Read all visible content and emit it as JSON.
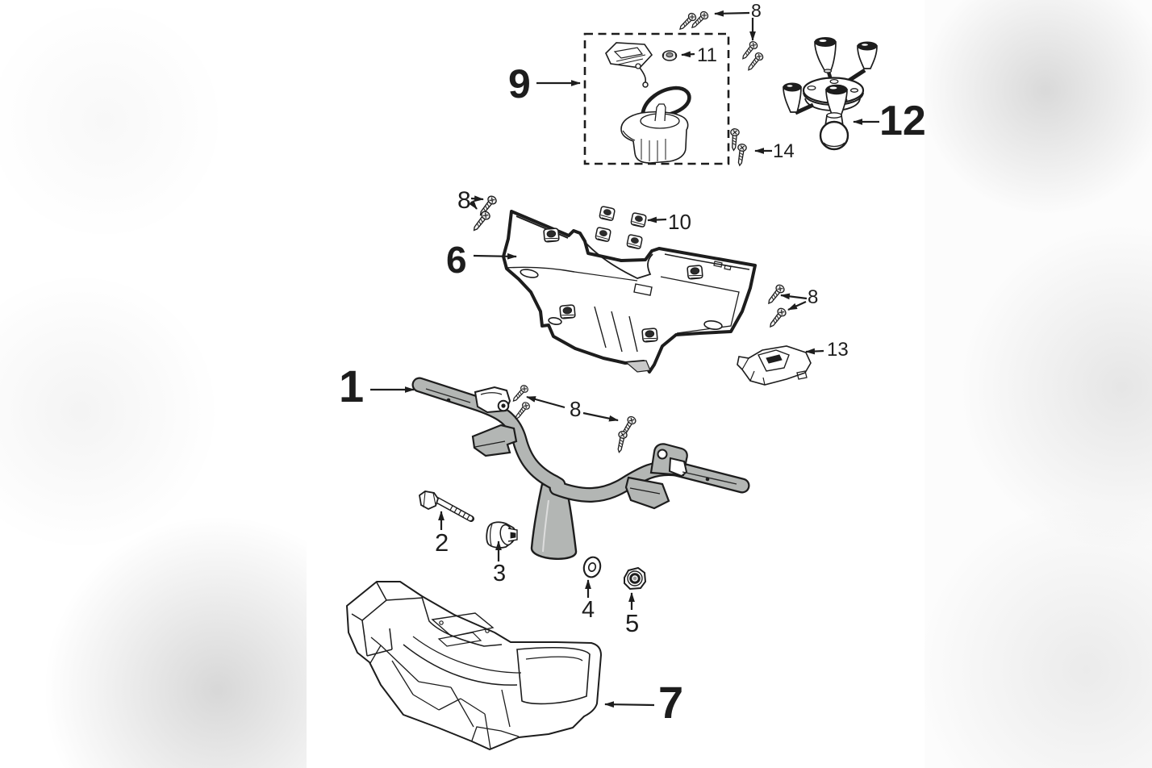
{
  "diagram": {
    "type": "exploded-parts-diagram",
    "background_color": "#ffffff",
    "line_color": "#1d1d1d",
    "metal_fill_color": "#b3b6b4",
    "edge_blur_tint": "#d6d6d6",
    "callouts": [
      {
        "label": "8"
      },
      {
        "label": "11"
      },
      {
        "label": "9"
      },
      {
        "label": "12"
      },
      {
        "label": "14"
      },
      {
        "label": "8"
      },
      {
        "label": "10"
      },
      {
        "label": "6"
      },
      {
        "label": "8"
      },
      {
        "label": "13"
      },
      {
        "label": "1"
      },
      {
        "label": "8"
      },
      {
        "label": "2"
      },
      {
        "label": "3"
      },
      {
        "label": "4"
      },
      {
        "label": "5"
      },
      {
        "label": "7"
      }
    ],
    "drawings": {
      "1": "handlebar-icon",
      "2": "hex-bolt-icon",
      "3": "bushing-icon",
      "4": "washer-icon",
      "5": "lock-nut-icon",
      "6": "handlebar-rear-cover-panel-icon",
      "7": "handlebar-front-cover-icon",
      "8": "screw-icon",
      "9": "switch-assembly-icon",
      "10": "spring-nut-clip-icon",
      "11": "flange-nut-icon",
      "12": "steering-knob-icon",
      "13": "bracket-icon",
      "14": "screw-icon"
    }
  }
}
